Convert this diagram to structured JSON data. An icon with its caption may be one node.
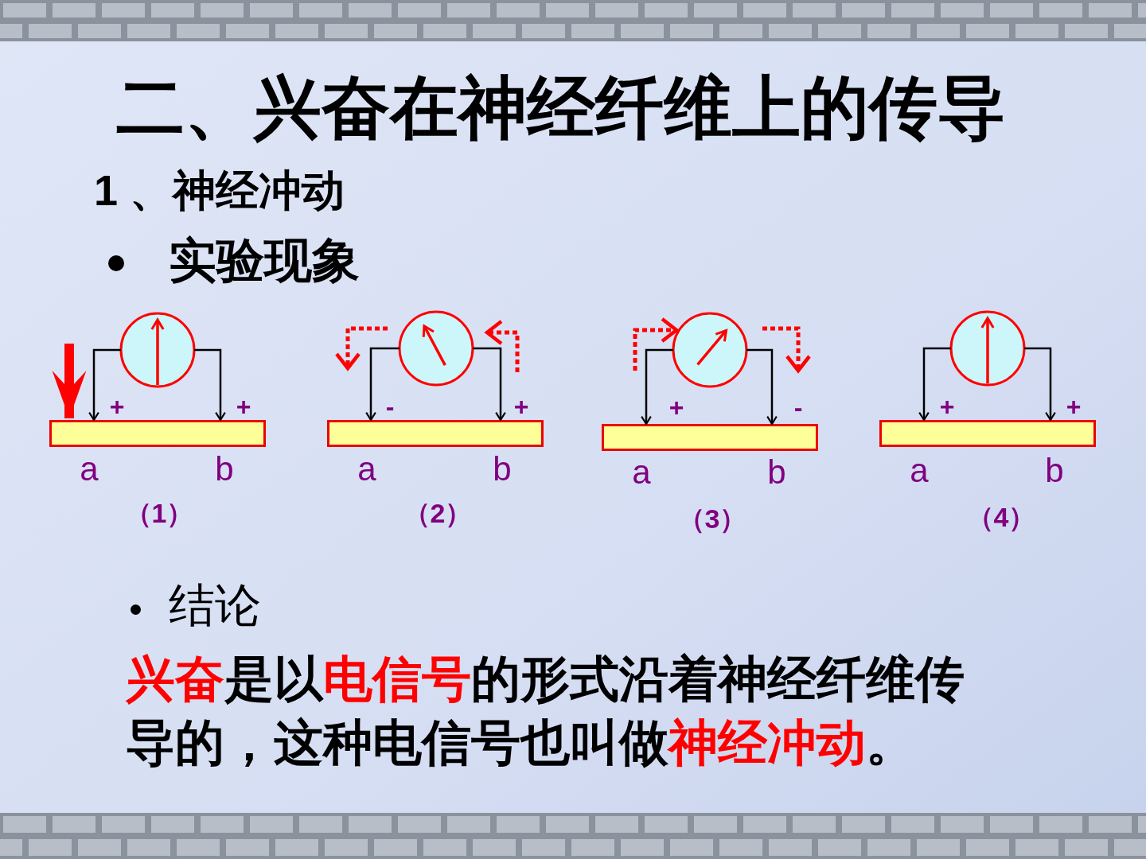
{
  "diagram": {
    "title": "二、兴奋在神经纤维上的传导",
    "nodes": [
      {
        "text": [],
        "shape": "circle"
      },
      {
        "text": [],
        "shape": "bar"
      },
      {
        "text": [],
        "shape": "circle"
      },
      {
        "text": [],
        "shape": "bar"
      },
      {
        "text": [],
        "shape": "circle"
      },
      {
        "text": [],
        "shape": "bar"
      },
      {
        "text": [],
        "shape": "circle"
      },
      {
        "text": [],
        "shape": "bar"
      }
    ],
    "edges": [
      {
        "from": null,
        "to": 1,
        "arrow": "to",
        "style": "thick",
        "color": "#ff0000"
      },
      {
        "from": 0,
        "to": 1,
        "arrow": "to"
      },
      {
        "from": 0,
        "to": 1,
        "arrow": "to"
      },
      {
        "from": 2,
        "to": 3,
        "arrow": "to"
      },
      {
        "from": 2,
        "to": 3,
        "arrow": "to"
      },
      {
        "from": 4,
        "to": 5,
        "arrow": "to"
      },
      {
        "from": 4,
        "to": 5,
        "arrow": "to"
      },
      {
        "from": 6,
        "to": 7,
        "arrow": "to"
      },
      {
        "from": 6,
        "to": 7,
        "arrow": "to"
      }
    ],
    "labels": [
      "1 、神经冲动",
      "实验现象",
      "+",
      "+",
      "-",
      "+",
      "+",
      "-",
      "+",
      "+",
      "a",
      "b",
      "a",
      "b",
      "a",
      "b",
      "a",
      "b",
      "（1）",
      "（2）",
      "（3）",
      "（4）",
      "结论",
      "**兴奋**是以**电信号**的形式沿着神经纤维传导的，这种电信号也叫做**神经冲动**。"
    ]
  }
}
